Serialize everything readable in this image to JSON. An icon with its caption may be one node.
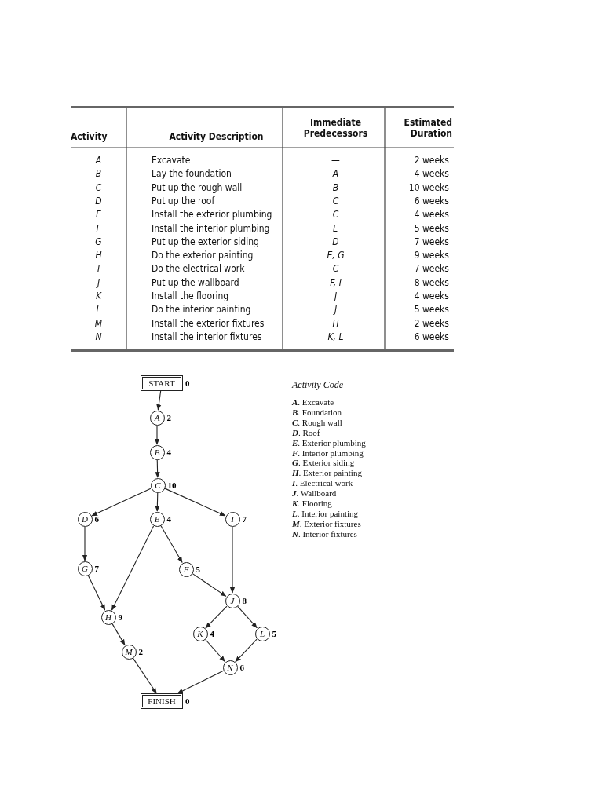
{
  "diagram": {
    "nodes": [
      {
        "text": [
          "START"
        ],
        "beside": [
          "0"
        ]
      },
      {
        "text": [
          "A"
        ],
        "beside": [
          "2"
        ]
      },
      {
        "text": [
          "B"
        ],
        "beside": [
          "4"
        ]
      },
      {
        "text": [
          "C"
        ],
        "beside": [
          "10"
        ]
      },
      {
        "text": [
          "D"
        ],
        "beside": [
          "6"
        ]
      },
      {
        "text": [
          "E"
        ],
        "beside": [
          "4"
        ]
      },
      {
        "text": [
          "I"
        ],
        "beside": [
          "7"
        ]
      },
      {
        "text": [
          "G"
        ],
        "beside": [
          "7"
        ]
      },
      {
        "text": [
          "F"
        ],
        "beside": [
          "5"
        ]
      },
      {
        "text": [
          "J"
        ],
        "beside": [
          "8"
        ]
      },
      {
        "text": [
          "H"
        ],
        "beside": [
          "9"
        ]
      },
      {
        "text": [
          "K"
        ],
        "beside": [
          "4"
        ]
      },
      {
        "text": [
          "L"
        ],
        "beside": [
          "5"
        ]
      },
      {
        "text": [
          "M"
        ],
        "beside": [
          "2"
        ]
      },
      {
        "text": [
          "N"
        ],
        "beside": [
          "6"
        ]
      },
      {
        "text": [
          "FINISH"
        ],
        "beside": [
          "0"
        ]
      }
    ],
    "edges": [
      {
        "from": 0,
        "to": 1,
        "arrow": "to"
      },
      {
        "from": 1,
        "to": 2,
        "arrow": "to"
      },
      {
        "from": 2,
        "to": 3,
        "arrow": "to"
      },
      {
        "from": 3,
        "to": 4,
        "arrow": "to"
      },
      {
        "from": 3,
        "to": 5,
        "arrow": "to"
      },
      {
        "from": 3,
        "to": 6,
        "arrow": "to"
      },
      {
        "from": 4,
        "to": 7,
        "arrow": "to"
      },
      {
        "from": 5,
        "to": 10,
        "arrow": "to"
      },
      {
        "from": 5,
        "to": 8,
        "arrow": "to"
      },
      {
        "from": 7,
        "to": 10,
        "arrow": "to"
      },
      {
        "from": 8,
        "to": 9,
        "arrow": "to"
      },
      {
        "from": 6,
        "to": 9,
        "arrow": "to"
      },
      {
        "from": 10,
        "to": 13,
        "arrow": "to"
      },
      {
        "from": 9,
        "to": 11,
        "arrow": "to"
      },
      {
        "from": 9,
        "to": 12,
        "arrow": "to"
      },
      {
        "from": 11,
        "to": 14,
        "arrow": "to"
      },
      {
        "from": 12,
        "to": 14,
        "arrow": "to"
      },
      {
        "from": 13,
        "to": 15,
        "arrow": "to"
      },
      {
        "from": 14,
        "to": 15,
        "arrow": "to"
      }
    ],
    "labels": [
      "Activity",
      "Activity Description",
      "Immediate Predecessors",
      "Estimated Duration",
      "A",
      "Excavate",
      "—",
      "2 weeks",
      "B",
      "Lay the foundation",
      "A",
      "4 weeks",
      "C",
      "Put up the rough wall",
      "B",
      "10 weeks",
      "D",
      "Put up the roof",
      "C",
      "6 weeks",
      "E",
      "Install the exterior plumbing",
      "C",
      "4 weeks",
      "F",
      "Install the interior plumbing",
      "E",
      "5 weeks",
      "G",
      "Put up the exterior siding",
      "D",
      "7 weeks",
      "H",
      "Do the exterior painting",
      "E, G",
      "9 weeks",
      "I",
      "Do the electrical work",
      "C",
      "7 weeks",
      "J",
      "Put up the wallboard",
      "F, I",
      "8 weeks",
      "K",
      "Install the flooring",
      "J",
      "4 weeks",
      "L",
      "Do the interior painting",
      "J",
      "5 weeks",
      "M",
      "Install the exterior fixtures",
      "H",
      "2 weeks",
      "N",
      "Install the interior fixtures",
      "K, L",
      "6 weeks",
      "Activity Code",
      "*A*. Excavate",
      "*B*. Foundation",
      "*C*. Rough wall",
      "*D*. Roof",
      "*E*. Exterior plumbing",
      "*F*. Interior plumbing",
      "*G*. Exterior siding",
      "*H*. Exterior painting",
      "*I*. Electrical work",
      "*J*. Wallboard",
      "*K*. Flooring",
      "*L*. Interior painting",
      "*M*. Exterior fixtures",
      "*N*. Interior fixtures"
    ]
  }
}
